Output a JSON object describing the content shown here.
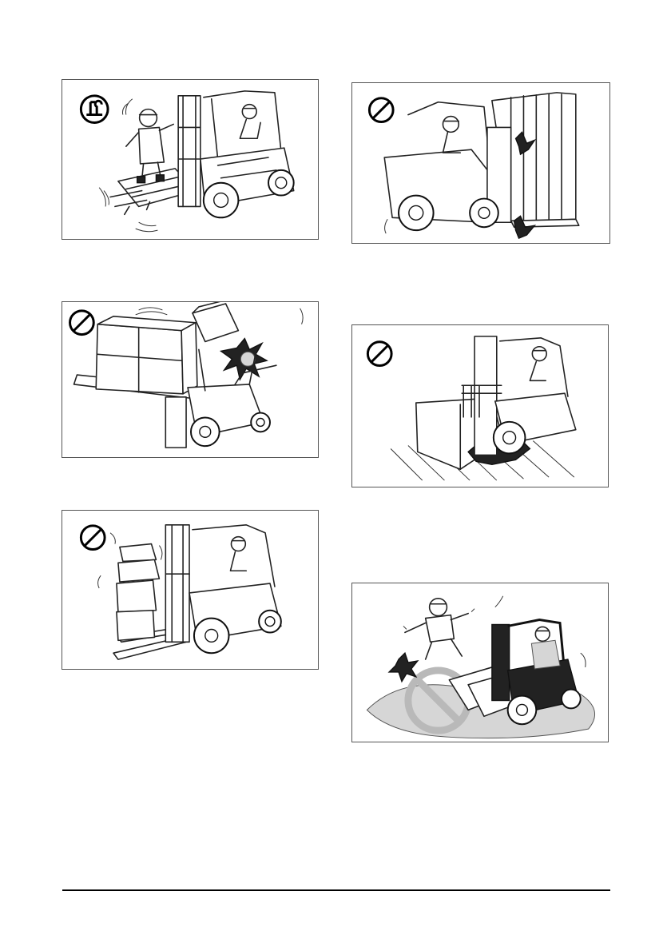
{
  "page": {
    "background": "#ffffff",
    "rule_color": "#000000"
  },
  "panels": [
    {
      "id": "riding-forks",
      "symbol": "no-riding-icon"
    },
    {
      "id": "overhead-tilt",
      "symbol": "prohibition-icon"
    },
    {
      "id": "load-pushing",
      "symbol": "prohibition-icon"
    },
    {
      "id": "falling-load",
      "symbol": "prohibition-icon"
    },
    {
      "id": "unstable-stack",
      "symbol": "prohibition-icon"
    },
    {
      "id": "fork-damage",
      "symbol": "prohibition-icon"
    },
    {
      "id": "pedestrian-collision",
      "symbol": "prohibition-icon"
    }
  ]
}
